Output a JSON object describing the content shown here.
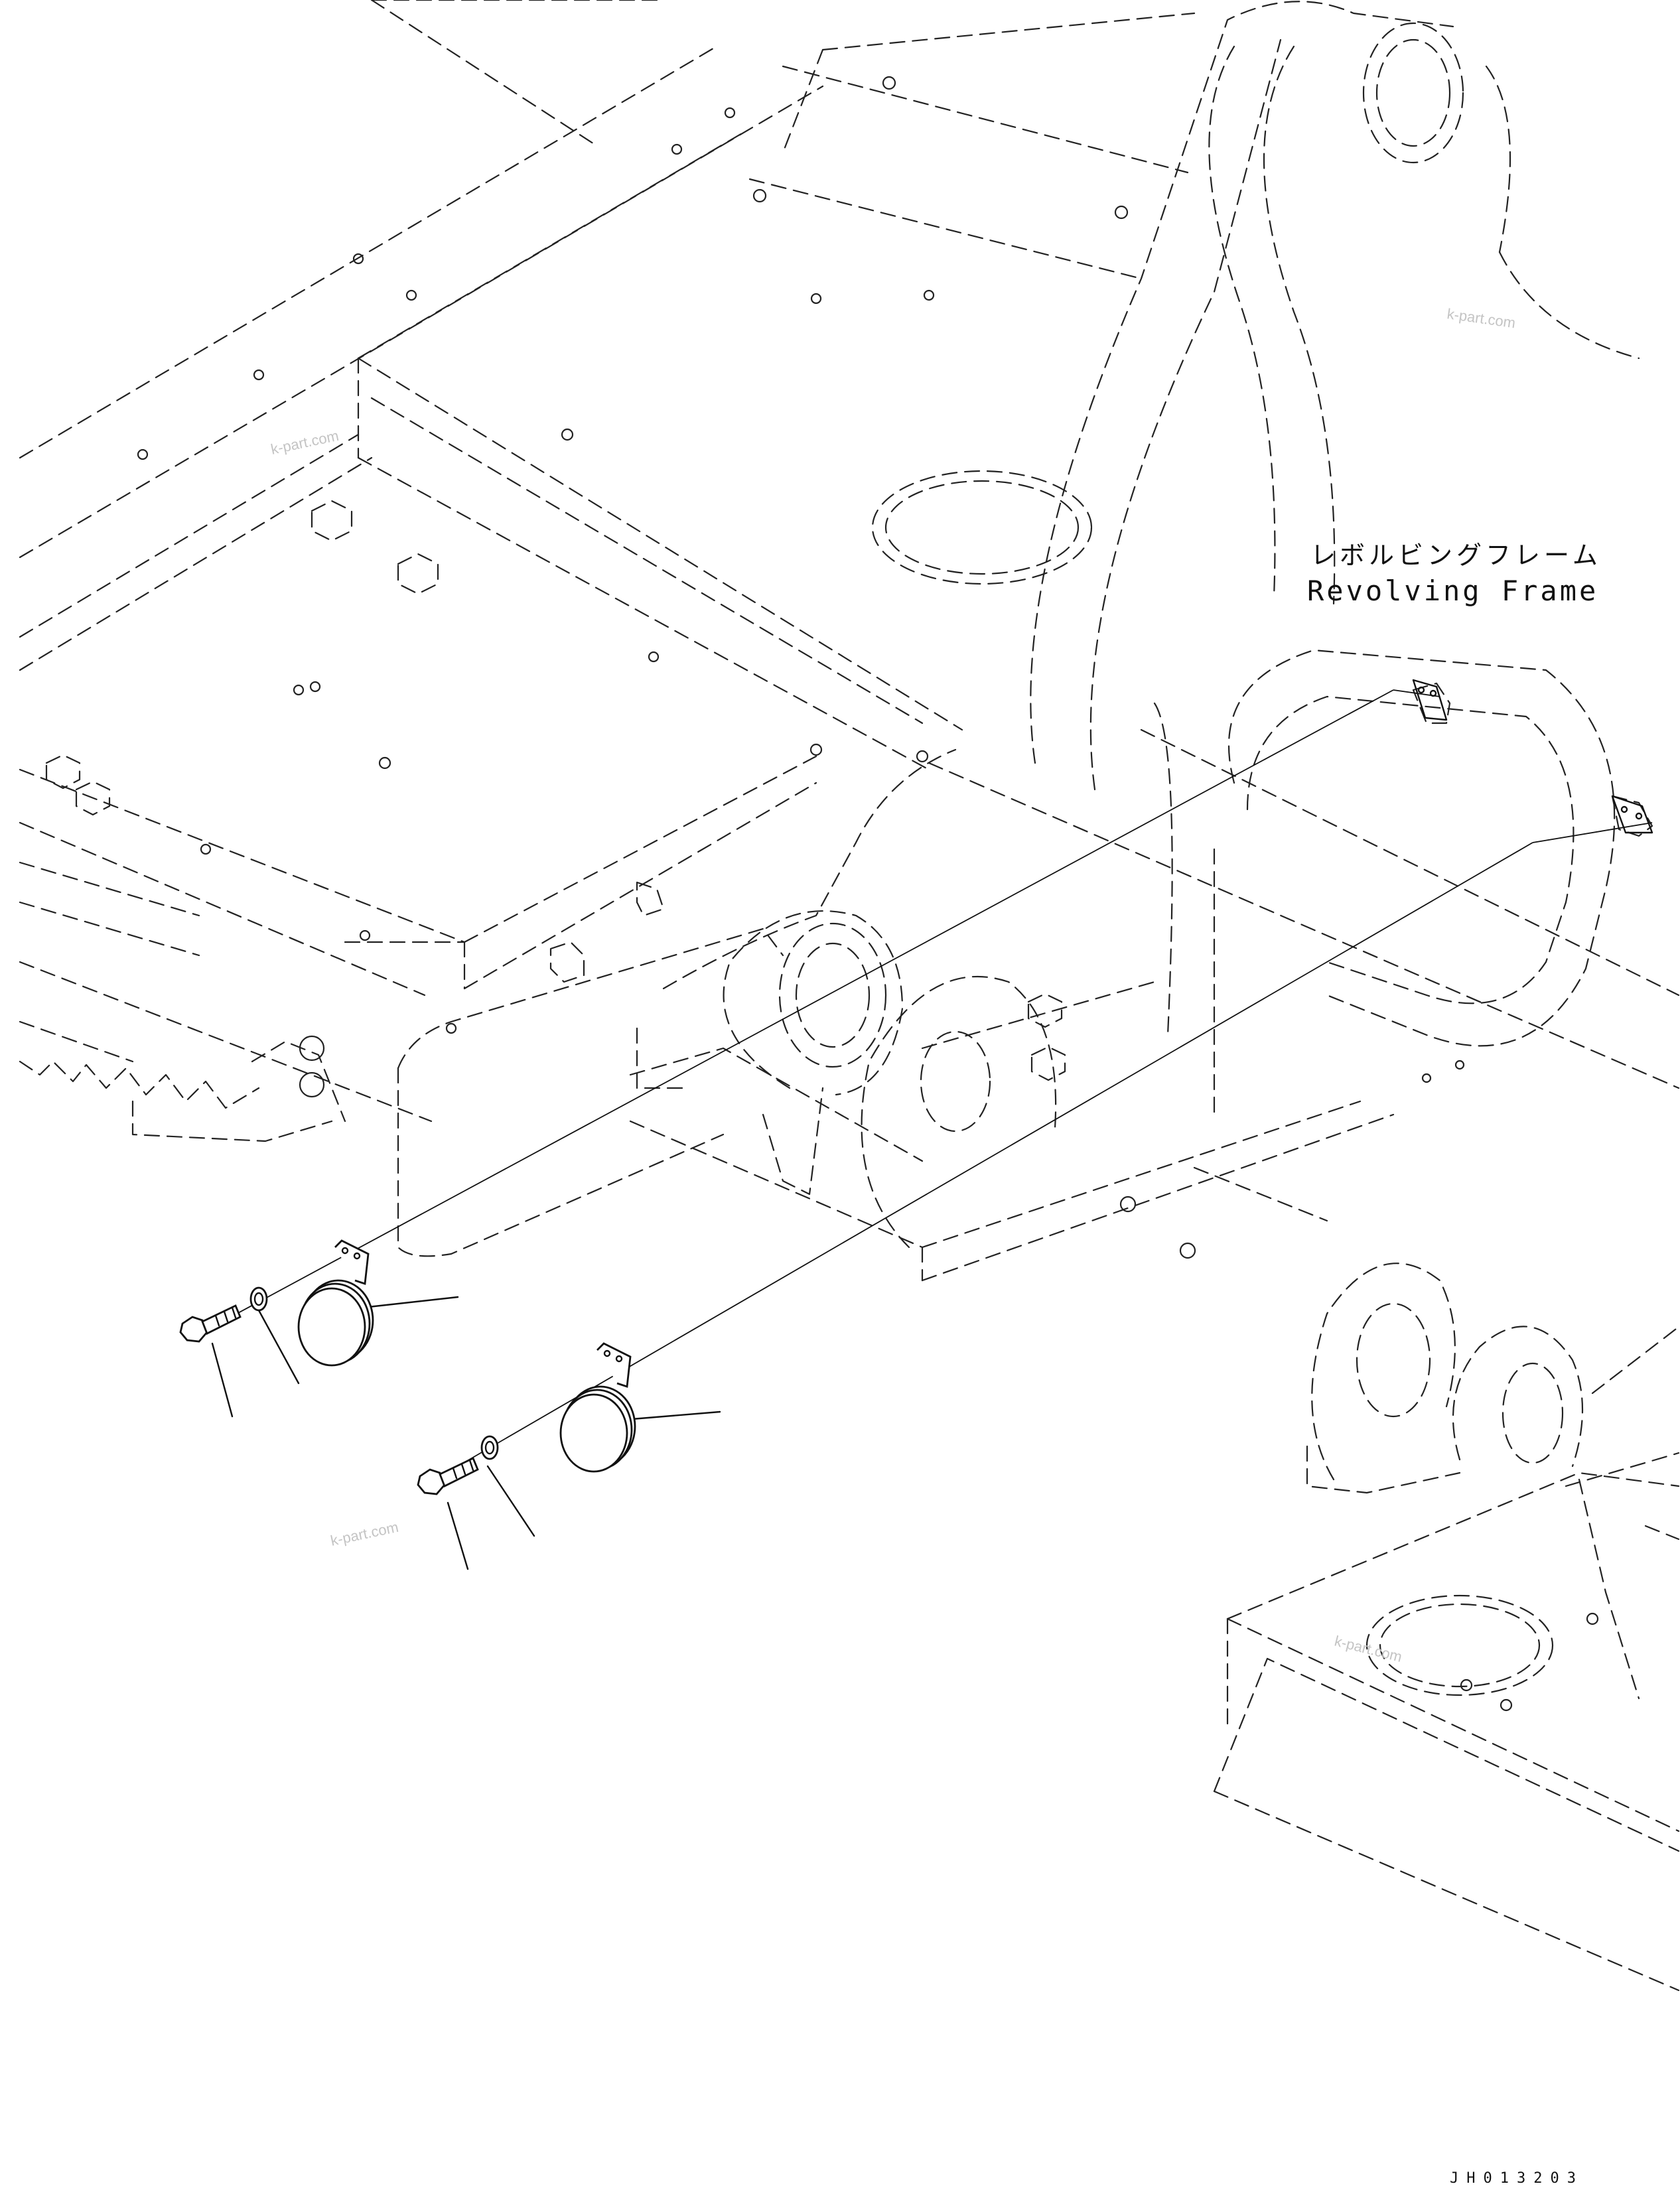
{
  "labels": {
    "frame_jp": "レボルビングフレーム",
    "frame_en": "Revolving Frame",
    "drawing_code": "JH013203"
  },
  "watermarks": [
    "k-part.com",
    "k-part.com",
    "k-part.com",
    "k-part.com"
  ],
  "parts": [
    {
      "name": "bolt",
      "icon": "hex-bolt-icon"
    },
    {
      "name": "washer",
      "icon": "washer-icon"
    },
    {
      "name": "reflector",
      "icon": "round-reflector-icon"
    }
  ]
}
